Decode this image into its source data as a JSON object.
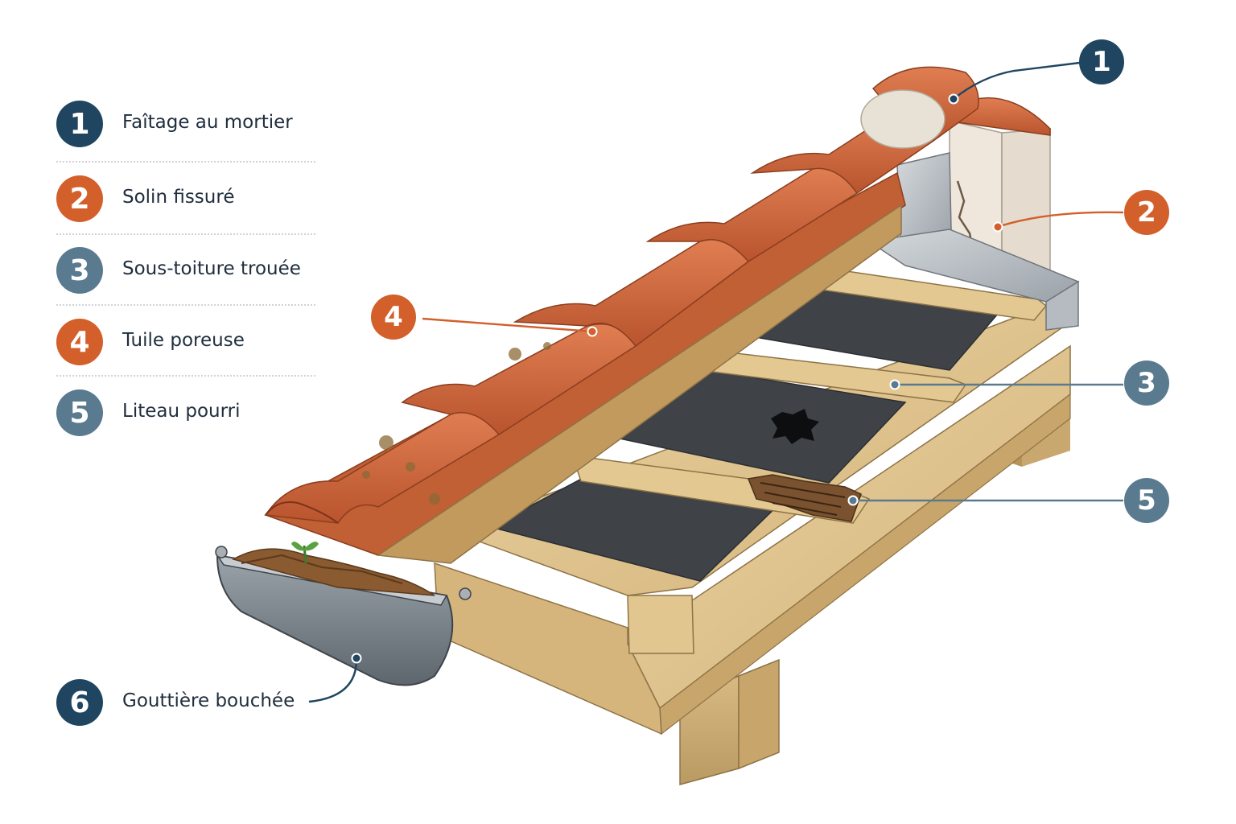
{
  "colors": {
    "navy": "#1f4560",
    "orange": "#d35f2b",
    "slate": "#5a7a90",
    "tile": "#cf6a3f",
    "wood": "#dcc08a",
    "membrane": "#3d4146",
    "metal": "#b9bfc5"
  },
  "legend": [
    {
      "num": "1",
      "label": "Faîtage au mortier",
      "tone": "navy"
    },
    {
      "num": "2",
      "label": "Solin fissuré",
      "tone": "orange"
    },
    {
      "num": "3",
      "label": "Sous-toiture trouée",
      "tone": "slate"
    },
    {
      "num": "4",
      "label": "Tuile poreuse",
      "tone": "orange"
    },
    {
      "num": "5",
      "label": "Liteau pourri",
      "tone": "slate"
    },
    {
      "num": "6",
      "label": "Gouttière bouchée",
      "tone": "navy"
    }
  ],
  "callouts": [
    {
      "num": "1",
      "tone": "navy"
    },
    {
      "num": "2",
      "tone": "orange"
    },
    {
      "num": "3",
      "tone": "slate"
    },
    {
      "num": "4",
      "tone": "orange"
    },
    {
      "num": "5",
      "tone": "slate"
    }
  ]
}
